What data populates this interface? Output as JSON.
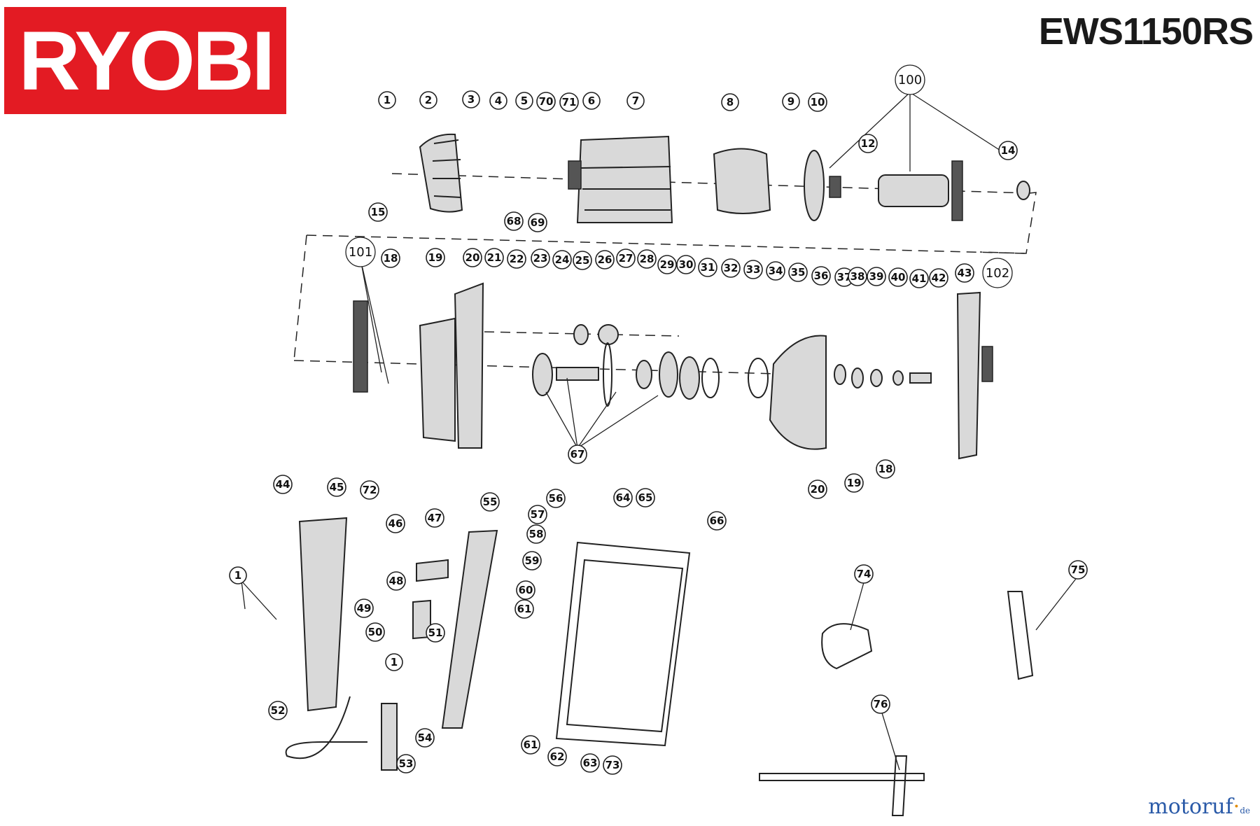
{
  "brand": {
    "logo_text": "RYOBI",
    "logo_color": "#e31b23"
  },
  "model": "EWS1150RS",
  "watermark": {
    "name": "motoruf",
    "dot": "·",
    "tld": "de"
  },
  "callouts_row1": [
    "1",
    "2",
    "3",
    "4",
    "5",
    "70",
    "71",
    "6",
    "7",
    "8",
    "9",
    "10",
    "100",
    "12",
    "14",
    "15",
    "68",
    "69"
  ],
  "callouts_row2": [
    "101",
    "18",
    "19",
    "20",
    "21",
    "22",
    "23",
    "24",
    "25",
    "26",
    "27",
    "28",
    "29",
    "30",
    "31",
    "32",
    "33",
    "34",
    "35",
    "36",
    "37",
    "38",
    "39",
    "40",
    "41",
    "42",
    "43",
    "102",
    "67",
    "20",
    "19",
    "18"
  ],
  "callouts_row3": [
    "44",
    "45",
    "72",
    "46",
    "47",
    "55",
    "1",
    "48",
    "49",
    "50",
    "51",
    "1",
    "52",
    "53",
    "54",
    "56",
    "64",
    "65",
    "66",
    "57",
    "58",
    "59",
    "60",
    "61",
    "61",
    "62",
    "63",
    "73",
    "74",
    "75",
    "76"
  ]
}
